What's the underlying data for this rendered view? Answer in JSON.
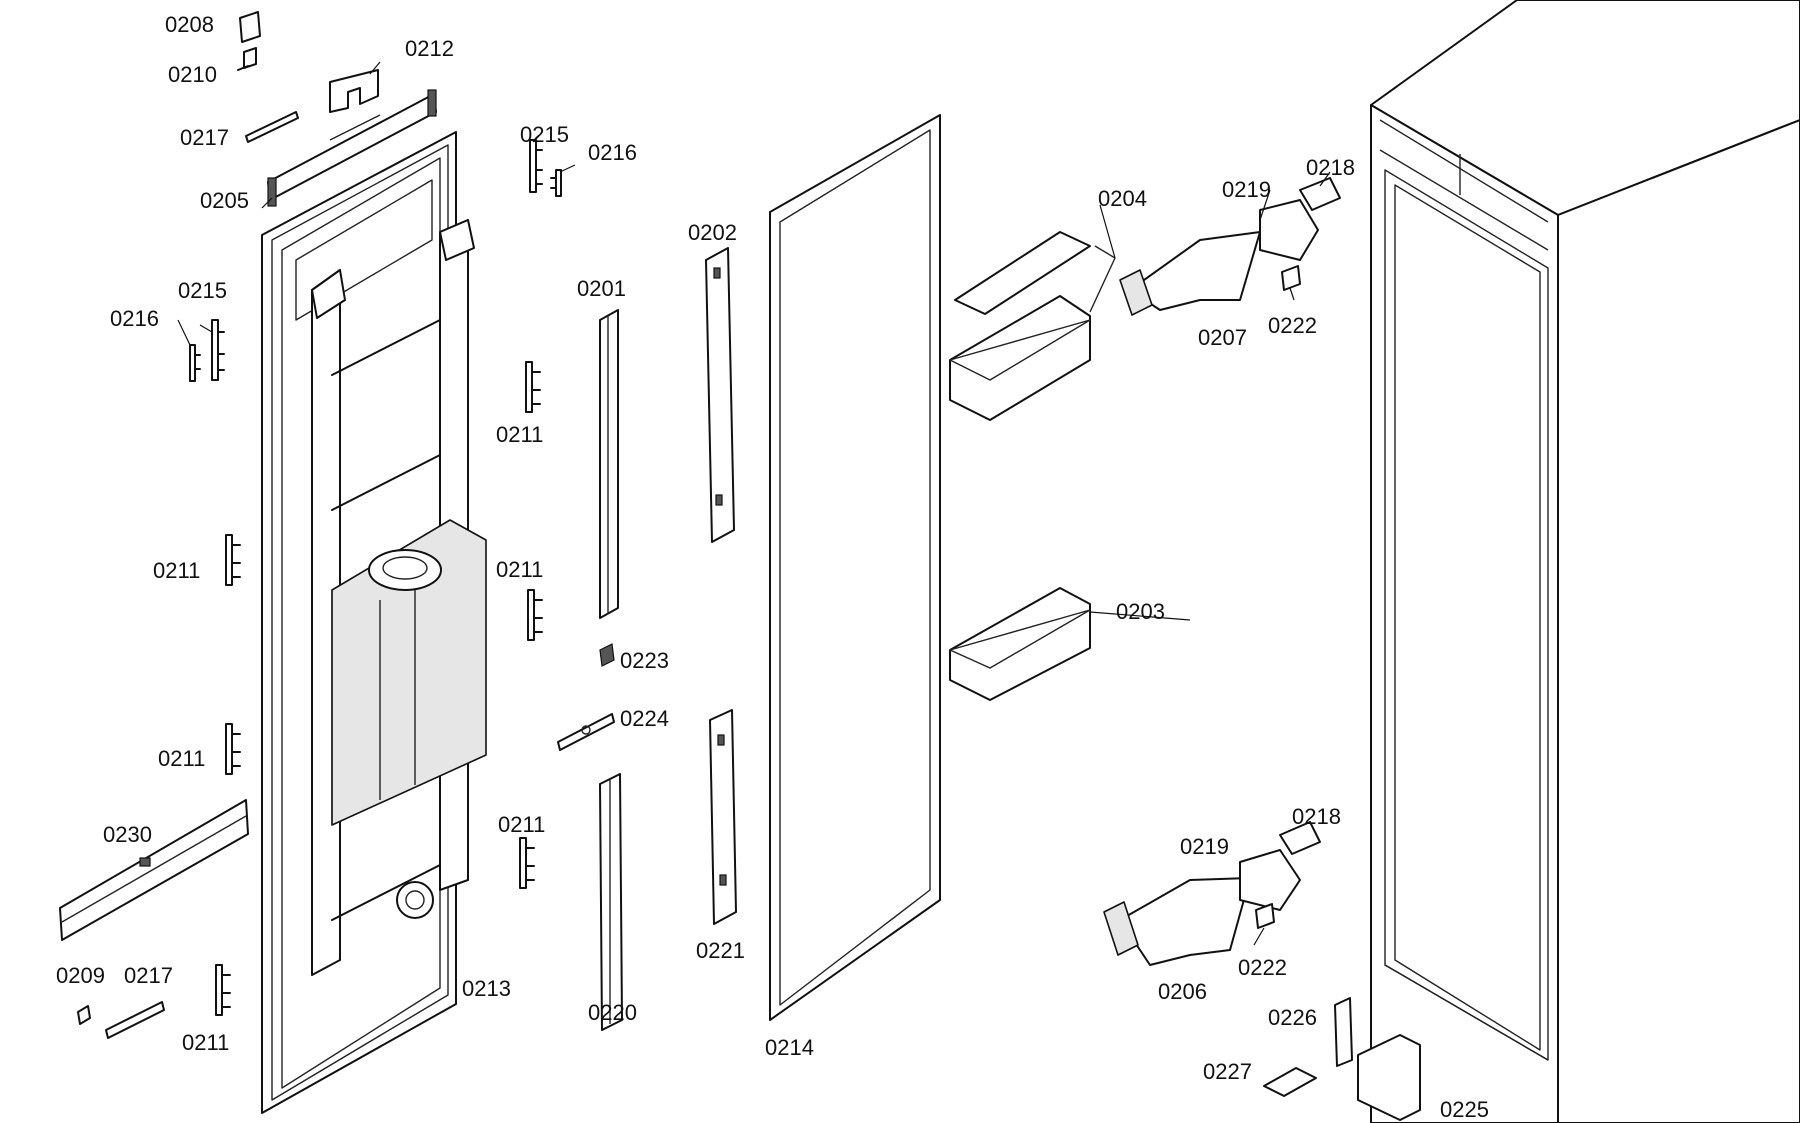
{
  "diagram": {
    "parts": [
      {
        "id": "0208",
        "name": "part-0208"
      },
      {
        "id": "0210",
        "name": "part-0210"
      },
      {
        "id": "0212",
        "name": "part-0212"
      },
      {
        "id": "0217",
        "name": "part-0217-top"
      },
      {
        "id": "0205",
        "name": "part-0205"
      },
      {
        "id": "0215",
        "name": "part-0215-right"
      },
      {
        "id": "0216",
        "name": "part-0216-right"
      },
      {
        "id": "0215",
        "name": "part-0215-left"
      },
      {
        "id": "0216",
        "name": "part-0216-left"
      },
      {
        "id": "0211",
        "name": "part-0211-a"
      },
      {
        "id": "0211",
        "name": "part-0211-b"
      },
      {
        "id": "0211",
        "name": "part-0211-c"
      },
      {
        "id": "0211",
        "name": "part-0211-d"
      },
      {
        "id": "0211",
        "name": "part-0211-e"
      },
      {
        "id": "0211",
        "name": "part-0211-f"
      },
      {
        "id": "0230",
        "name": "part-0230"
      },
      {
        "id": "0209",
        "name": "part-0209"
      },
      {
        "id": "0217",
        "name": "part-0217-bottom"
      },
      {
        "id": "0213",
        "name": "part-0213"
      },
      {
        "id": "0201",
        "name": "part-0201"
      },
      {
        "id": "0202",
        "name": "part-0202"
      },
      {
        "id": "0223",
        "name": "part-0223"
      },
      {
        "id": "0224",
        "name": "part-0224"
      },
      {
        "id": "0220",
        "name": "part-0220"
      },
      {
        "id": "0221",
        "name": "part-0221"
      },
      {
        "id": "0214",
        "name": "part-0214"
      },
      {
        "id": "0204",
        "name": "part-0204"
      },
      {
        "id": "0203",
        "name": "part-0203"
      },
      {
        "id": "0219",
        "name": "part-0219-top"
      },
      {
        "id": "0218",
        "name": "part-0218-top"
      },
      {
        "id": "0207",
        "name": "part-0207"
      },
      {
        "id": "0222",
        "name": "part-0222-top"
      },
      {
        "id": "0218",
        "name": "part-0218-bottom"
      },
      {
        "id": "0219",
        "name": "part-0219-bottom"
      },
      {
        "id": "0222",
        "name": "part-0222-bottom"
      },
      {
        "id": "0206",
        "name": "part-0206"
      },
      {
        "id": "0226",
        "name": "part-0226"
      },
      {
        "id": "0227",
        "name": "part-0227"
      },
      {
        "id": "0225",
        "name": "part-0225"
      }
    ]
  }
}
